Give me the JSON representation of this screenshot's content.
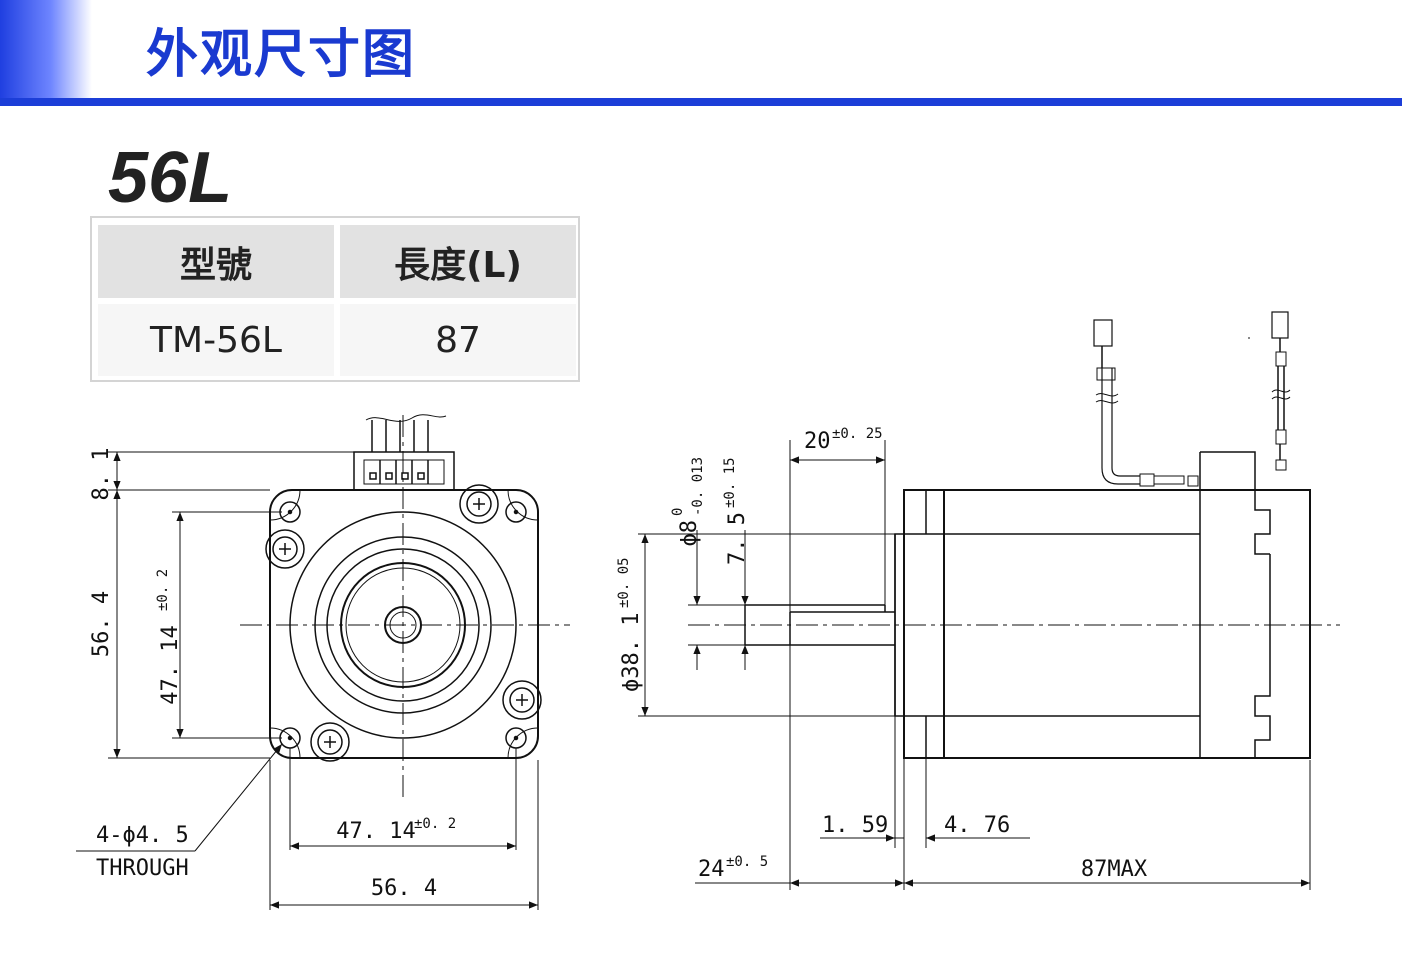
{
  "header": {
    "title": "外观尺寸图",
    "accent_color": "#1c3ed8"
  },
  "model_heading": "56L",
  "spec_table": {
    "columns": [
      "型號",
      "長度(L)"
    ],
    "rows": [
      [
        "TM-56L",
        "87"
      ]
    ]
  },
  "front_view": {
    "dim_flange_offset": "8. 1",
    "dim_height": "56. 4",
    "dim_hole_pitch_v": "47. 14",
    "dim_hole_pitch_v_tol": "±0. 2",
    "dim_hole_pitch_h": "47. 14",
    "dim_hole_pitch_h_tol": "±0. 2",
    "dim_width": "56. 4",
    "hole_note_line1": "4-ϕ4. 5",
    "hole_note_line2": "THROUGH"
  },
  "side_view": {
    "dim_shaft_dia": "ϕ8",
    "dim_shaft_dia_tol_upper": "0",
    "dim_shaft_dia_tol_lower": "-0. 013",
    "dim_flat": "7. 5",
    "dim_flat_tol": "±0. 15",
    "dim_flat_length": "20",
    "dim_flat_length_tol": "±0. 25",
    "dim_pilot_dia": "ϕ38. 1",
    "dim_pilot_dia_tol": "±0. 05",
    "dim_pilot_depth": "1. 59",
    "dim_flange_thickness": "4. 76",
    "dim_shaft_length": "24",
    "dim_shaft_length_tol": "±0. 5",
    "dim_body_length": "87MAX"
  }
}
